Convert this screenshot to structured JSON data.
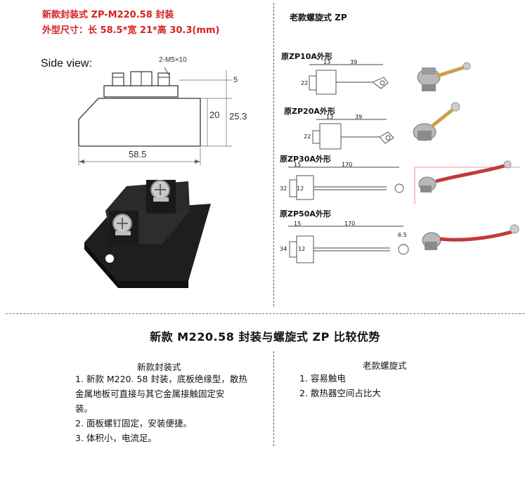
{
  "top_left": {
    "title_line1": "新款封装式 ZP-M220.58 封装",
    "title_line2": "外型尺寸：长 58.5*宽 21*高 30.3(mm)",
    "side_view_label": "Side view:",
    "dims": {
      "screw": "2-M5×10",
      "d5": "5",
      "d20": "20",
      "d25": "25.3",
      "d58": "58.5"
    }
  },
  "top_right": {
    "title": "老款螺旋式 ZP",
    "variants": [
      {
        "label": "原ZP10A外形",
        "d1": "13",
        "d2": "39",
        "d3": "22"
      },
      {
        "label": "原ZP20A外形",
        "d1": "13",
        "d2": "39",
        "d3": "22"
      },
      {
        "label": "原ZP30A外形",
        "d1": "15",
        "d2": "170",
        "d3": "32",
        "d4": "12"
      },
      {
        "label": "原ZP50A外形",
        "d1": "15",
        "d2": "170",
        "d3": "34",
        "d4": "12",
        "d5": "6.5"
      }
    ]
  },
  "comparison": {
    "title": "新款 M220.58 封装与螺旋式 ZP 比较优势",
    "left_heading": "新款封装式",
    "left_items": [
      "1. 新款 M220. 58 封装，底板绝缘型，散热",
      "金属地板可直接与其它金属接触固定安",
      "装。",
      "2. 面板螺钉固定，安装便捷。",
      "3. 体积小，电流足。"
    ],
    "right_heading": "老款螺旋式",
    "right_items": [
      "1. 容易触电",
      "2. 散热器空间占比大"
    ]
  }
}
